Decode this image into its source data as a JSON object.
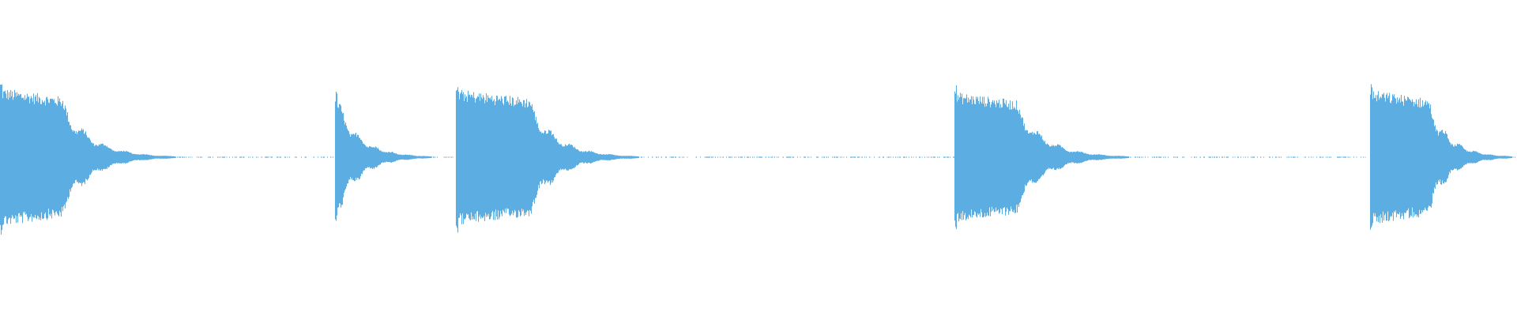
{
  "waveform": {
    "color": "#5DADE2",
    "background": "#FFFFFF",
    "duration_units": 1920,
    "hits": [
      {
        "start": 0,
        "peak": 0.98,
        "sustain_end": 80,
        "tail_end": 230
      },
      {
        "start": 424,
        "peak": 0.84,
        "sustain_end": 8,
        "tail_end": 130
      },
      {
        "start": 577,
        "peak": 0.96,
        "sustain_end": 95,
        "tail_end": 240
      },
      {
        "start": 1208,
        "peak": 0.92,
        "sustain_end": 80,
        "tail_end": 230
      },
      {
        "start": 1734,
        "peak": 0.95,
        "sustain_end": 75,
        "tail_end": 186
      }
    ],
    "noise_floor": 0.01
  }
}
